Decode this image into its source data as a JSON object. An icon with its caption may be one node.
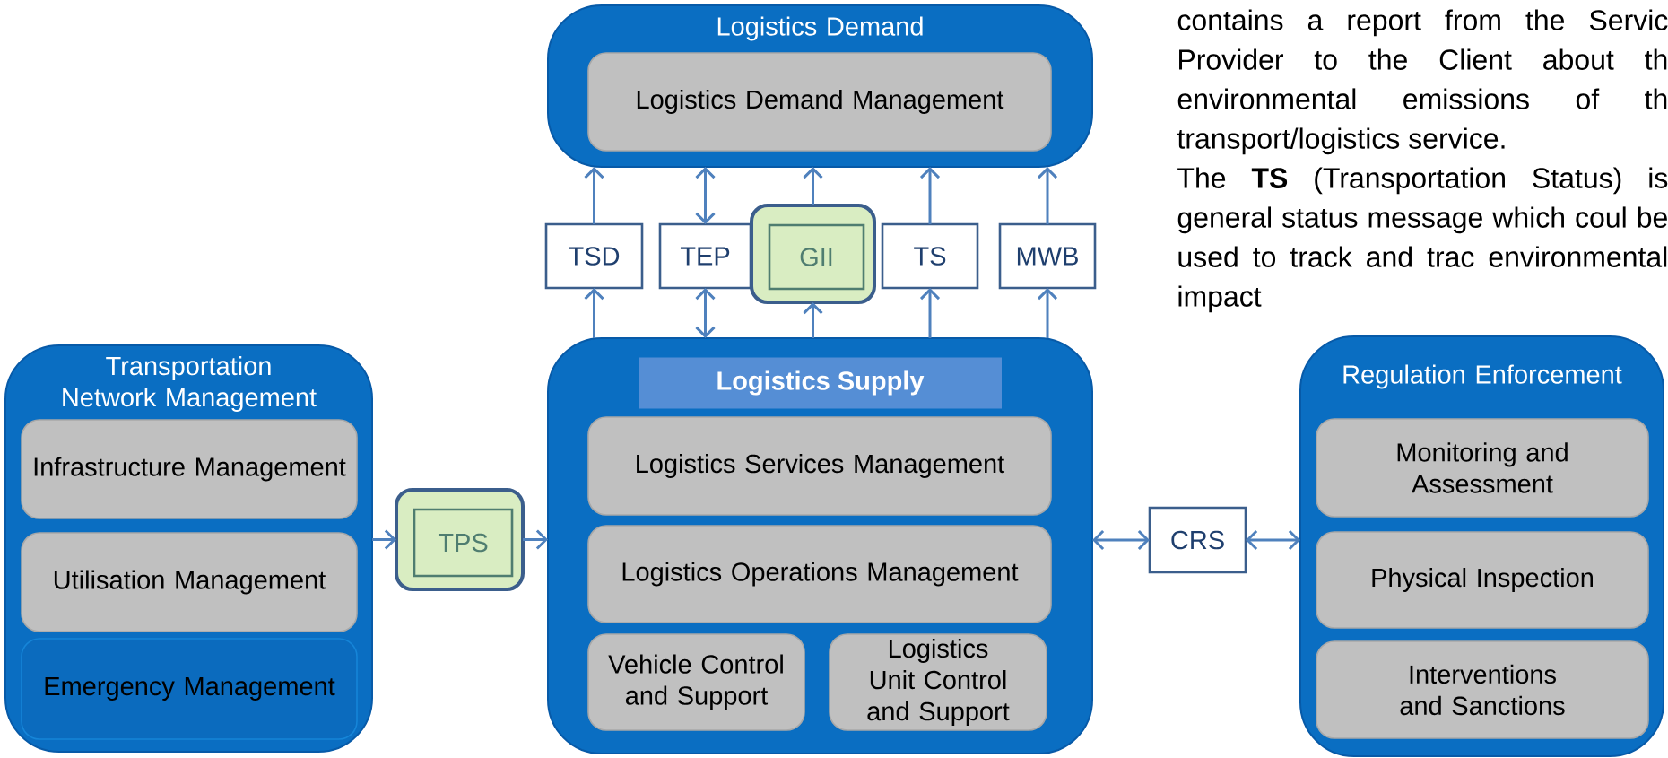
{
  "diagram": {
    "nodes": [
      {
        "text": [
          "Logistics Demand"
        ]
      },
      {
        "text": [
          "Logistics Demand Management"
        ],
        "in": 0
      },
      {
        "text": [
          "TSD"
        ]
      },
      {
        "text": [
          "TEP"
        ]
      },
      {
        "text": [
          "GII"
        ]
      },
      {
        "text": [
          "TS"
        ]
      },
      {
        "text": [
          "MWB"
        ]
      },
      {
        "text": [
          "Transportation Network Management"
        ]
      },
      {
        "text": [
          "Infrastructure Management"
        ],
        "in": 7
      },
      {
        "text": [
          "Utilisation Management"
        ],
        "in": 7
      },
      {
        "text": [
          "Emergency Management"
        ],
        "in": 7
      },
      {
        "text": [
          "TPS"
        ]
      },
      {
        "text": [
          "Logistics Supply"
        ]
      },
      {
        "text": [
          "Logistics Services Management"
        ],
        "in": 12
      },
      {
        "text": [
          "Logistics Operations Management"
        ],
        "in": 12
      },
      {
        "text": [
          "Vehicle Control and Support"
        ],
        "in": 12
      },
      {
        "text": [
          "Logistics Unit Control and Support"
        ],
        "in": 12
      },
      {
        "text": [
          "CRS"
        ]
      },
      {
        "text": [
          "Regulation Enforcement"
        ]
      },
      {
        "text": [
          "Monitoring and Assessment"
        ],
        "in": 18
      },
      {
        "text": [
          "Physical Inspection"
        ],
        "in": 18
      },
      {
        "text": [
          "Interventions and Sanctions"
        ],
        "in": 18
      }
    ],
    "edges": [
      {
        "from": 12,
        "to": 2,
        "arrow": "to"
      },
      {
        "from": 2,
        "to": 0,
        "arrow": "to"
      },
      {
        "from": 12,
        "to": 3,
        "arrow": "both"
      },
      {
        "from": 3,
        "to": 0,
        "arrow": "both"
      },
      {
        "from": 12,
        "to": 4,
        "arrow": "to"
      },
      {
        "from": 4,
        "to": 0,
        "arrow": "to"
      },
      {
        "from": 12,
        "to": 5,
        "arrow": "to"
      },
      {
        "from": 5,
        "to": 0,
        "arrow": "to"
      },
      {
        "from": 12,
        "to": 6,
        "arrow": "to"
      },
      {
        "from": 6,
        "to": 0,
        "arrow": "to"
      },
      {
        "from": 7,
        "to": 11,
        "arrow": "to"
      },
      {
        "from": 11,
        "to": 12,
        "arrow": "to"
      },
      {
        "from": 12,
        "to": 17,
        "arrow": "both"
      },
      {
        "from": 17,
        "to": 18,
        "arrow": "both"
      }
    ],
    "labels": [
      "contains a report from the Servic Provider to the Client about th environmental emissions of th transport/logistics service.",
      "The **TS** (Transportation Status) is general status message which coul be used to track and trac environmental impact"
    ]
  }
}
